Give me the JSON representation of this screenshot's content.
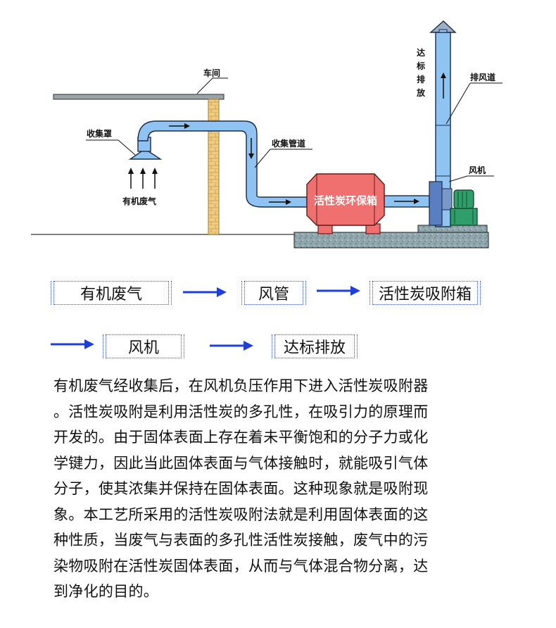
{
  "diagram": {
    "labels": {
      "workshop": "车间",
      "hood": "收集罩",
      "pipe": "收集管道",
      "voc": "有机废气",
      "box": "活性炭环保箱",
      "fan": "风机",
      "exhaust_duct": "排风道",
      "discharge_chars": [
        "达",
        "标",
        "排",
        "放"
      ]
    },
    "colors": {
      "duct": "#8fc4f2",
      "box": "#f07070",
      "fan": "#2f9e6a",
      "wall": "#e8c178",
      "ground": "#8aa0a6"
    }
  },
  "flow": {
    "steps": [
      "有机废气",
      "风管",
      "活性炭吸附箱",
      "风机",
      "达标排放"
    ]
  },
  "description": {
    "lines": [
      "有机废气经收集后，在风机负压作用下进入活性炭吸附器",
      "。活性炭吸附是利用活性炭的多孔性，在吸引力的原理而",
      "开发的。由于固体表面上存在着未平衡饱和的分子力或化",
      "学键力，因此当此固体表面与气体接触时，就能吸引气体",
      "分子，使其浓集并保持在固体表面。这种现象就是吸附现",
      "象。本工艺所采用的活性炭吸附法就是利用固体表面的这",
      "种性质，当废气与表面的多孔性活性炭接触，废气中的污",
      "染物吸附在活性炭固体表面，从而与气体混合物分离，达",
      "到净化的目的。"
    ]
  }
}
